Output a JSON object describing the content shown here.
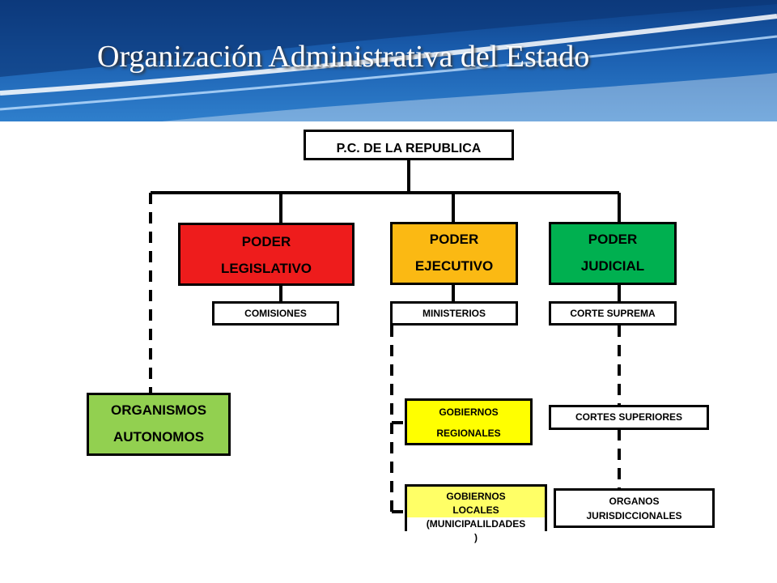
{
  "header": {
    "title": "Organización Administrativa del Estado"
  },
  "nodes": {
    "root": "P.C. DE LA REPUBLICA",
    "legislativo": [
      "PODER",
      "LEGISLATIVO"
    ],
    "ejecutivo": [
      "PODER",
      "EJECUTIVO"
    ],
    "judicial": [
      "PODER",
      "JUDICIAL"
    ],
    "comisiones": "COMISIONES",
    "ministerios": "MINISTERIOS",
    "corte_suprema": "CORTE SUPREMA",
    "organismos": [
      "ORGANISMOS",
      "AUTONOMOS"
    ],
    "gob_regionales": [
      "GOBIERNOS",
      "REGIONALES"
    ],
    "cortes_superiores": "CORTES SUPERIORES",
    "gob_locales": [
      "GOBIERNOS",
      "LOCALES",
      "(MUNICIPALILDADES",
      ")"
    ],
    "organos": [
      "ORGANOS",
      "JURISDICCIONALES"
    ]
  },
  "colors": {
    "legislativo": "#ee1c1c",
    "ejecutivo": "#fbb913",
    "judicial": "#00b050",
    "organismos": "#92d050",
    "gob_regionales": "#ffff00",
    "gob_locales": "#ffff66",
    "banner": "#1b5fb0"
  }
}
